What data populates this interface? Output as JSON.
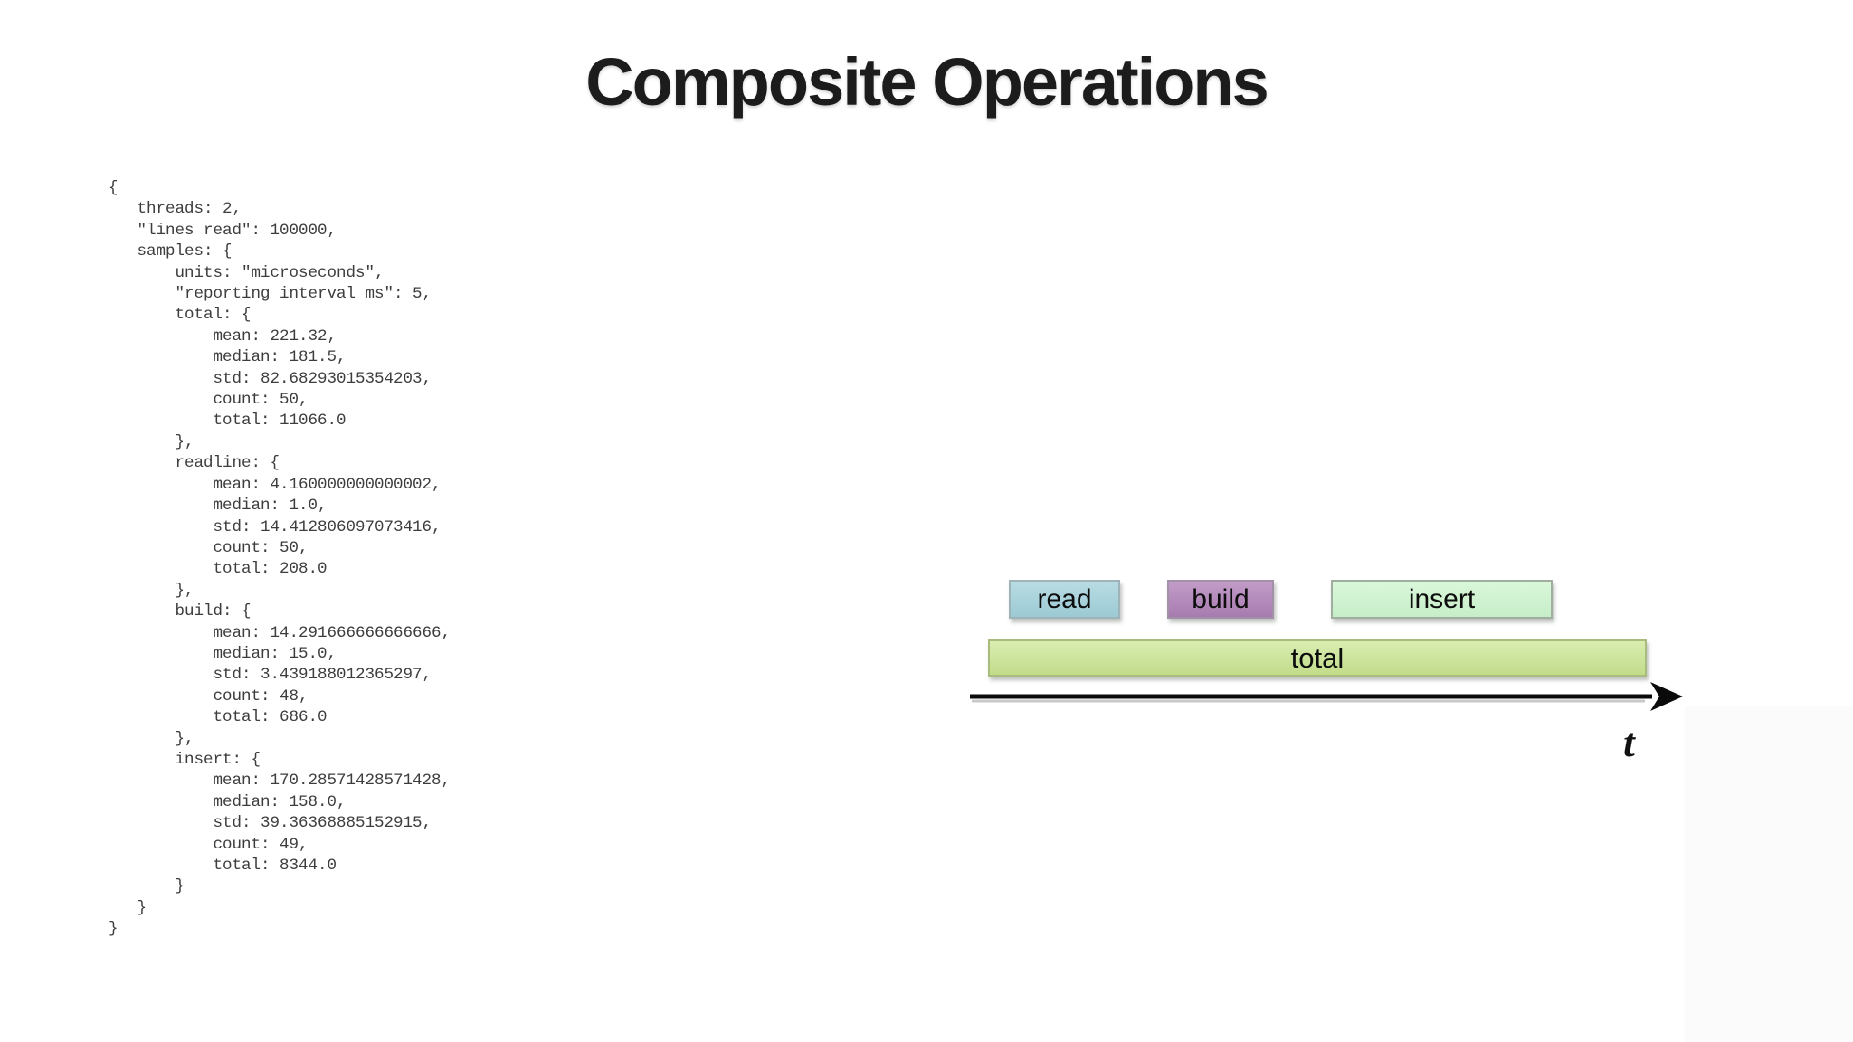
{
  "slide": {
    "title": "Composite Operations"
  },
  "code_block": {
    "lines": [
      "{",
      "   threads: 2,",
      "   \"lines read\": 100000,",
      "   samples: {",
      "       units: \"microseconds\",",
      "       \"reporting interval ms\": 5,",
      "       total: {",
      "           mean: 221.32,",
      "           median: 181.5,",
      "           std: 82.68293015354203,",
      "           count: 50,",
      "           total: 11066.0",
      "       },",
      "       readline: {",
      "           mean: 4.160000000000002,",
      "           median: 1.0,",
      "           std: 14.412806097073416,",
      "           count: 50,",
      "           total: 208.0",
      "       },",
      "       build: {",
      "           mean: 14.291666666666666,",
      "           median: 15.0,",
      "           std: 3.439188012365297,",
      "           count: 48,",
      "           total: 686.0",
      "       },",
      "       insert: {",
      "           mean: 170.28571428571428,",
      "           median: 158.0,",
      "           std: 39.36368885152915,",
      "           count: 49,",
      "           total: 8344.0",
      "       }",
      "   }",
      "}"
    ],
    "stats": {
      "threads": 2,
      "lines_read": 100000,
      "units": "microseconds",
      "reporting_interval_ms": 5,
      "operations": [
        {
          "name": "total",
          "mean": 221.32,
          "median": 181.5,
          "std": 82.68293015354203,
          "count": 50,
          "total": 11066.0
        },
        {
          "name": "readline",
          "mean": 4.160000000000002,
          "median": 1.0,
          "std": 14.412806097073416,
          "count": 50,
          "total": 208.0
        },
        {
          "name": "build",
          "mean": 14.291666666666666,
          "median": 15.0,
          "std": 3.439188012365297,
          "count": 48,
          "total": 686.0
        },
        {
          "name": "insert",
          "mean": 170.28571428571428,
          "median": 158.0,
          "std": 39.36368885152915,
          "count": 49,
          "total": 8344.0
        }
      ]
    }
  },
  "diagram": {
    "boxes": [
      {
        "label": "read"
      },
      {
        "label": "build"
      },
      {
        "label": "insert"
      },
      {
        "label": "total"
      }
    ],
    "axis_label": "t"
  },
  "colors": {
    "read": {
      "top": "#b9dce3",
      "bottom": "#9ccad4",
      "border": "#9fb4b8"
    },
    "build": {
      "top": "#c29cc8",
      "bottom": "#a77bb0",
      "border": "#a391a8"
    },
    "insert": {
      "top": "#daf7da",
      "bottom": "#c6eec8",
      "border": "#9fae9f"
    },
    "total": {
      "top": "#d9edb0",
      "bottom": "#c2dc8b",
      "border": "#a9bc7e"
    },
    "arrow": "#0a0a0a",
    "title_text": "#1c1c1c",
    "code_text": "#3d3d3d"
  }
}
